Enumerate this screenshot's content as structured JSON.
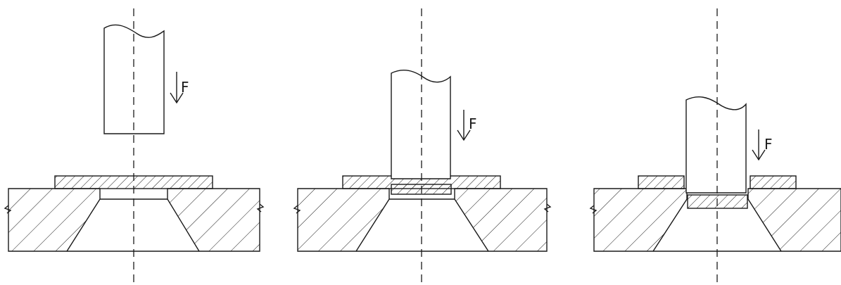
{
  "figure": {
    "stages": [
      {
        "id": "stage-1",
        "force_label": "F"
      },
      {
        "id": "stage-2",
        "force_label": "F"
      },
      {
        "id": "stage-3",
        "force_label": "F"
      }
    ]
  }
}
